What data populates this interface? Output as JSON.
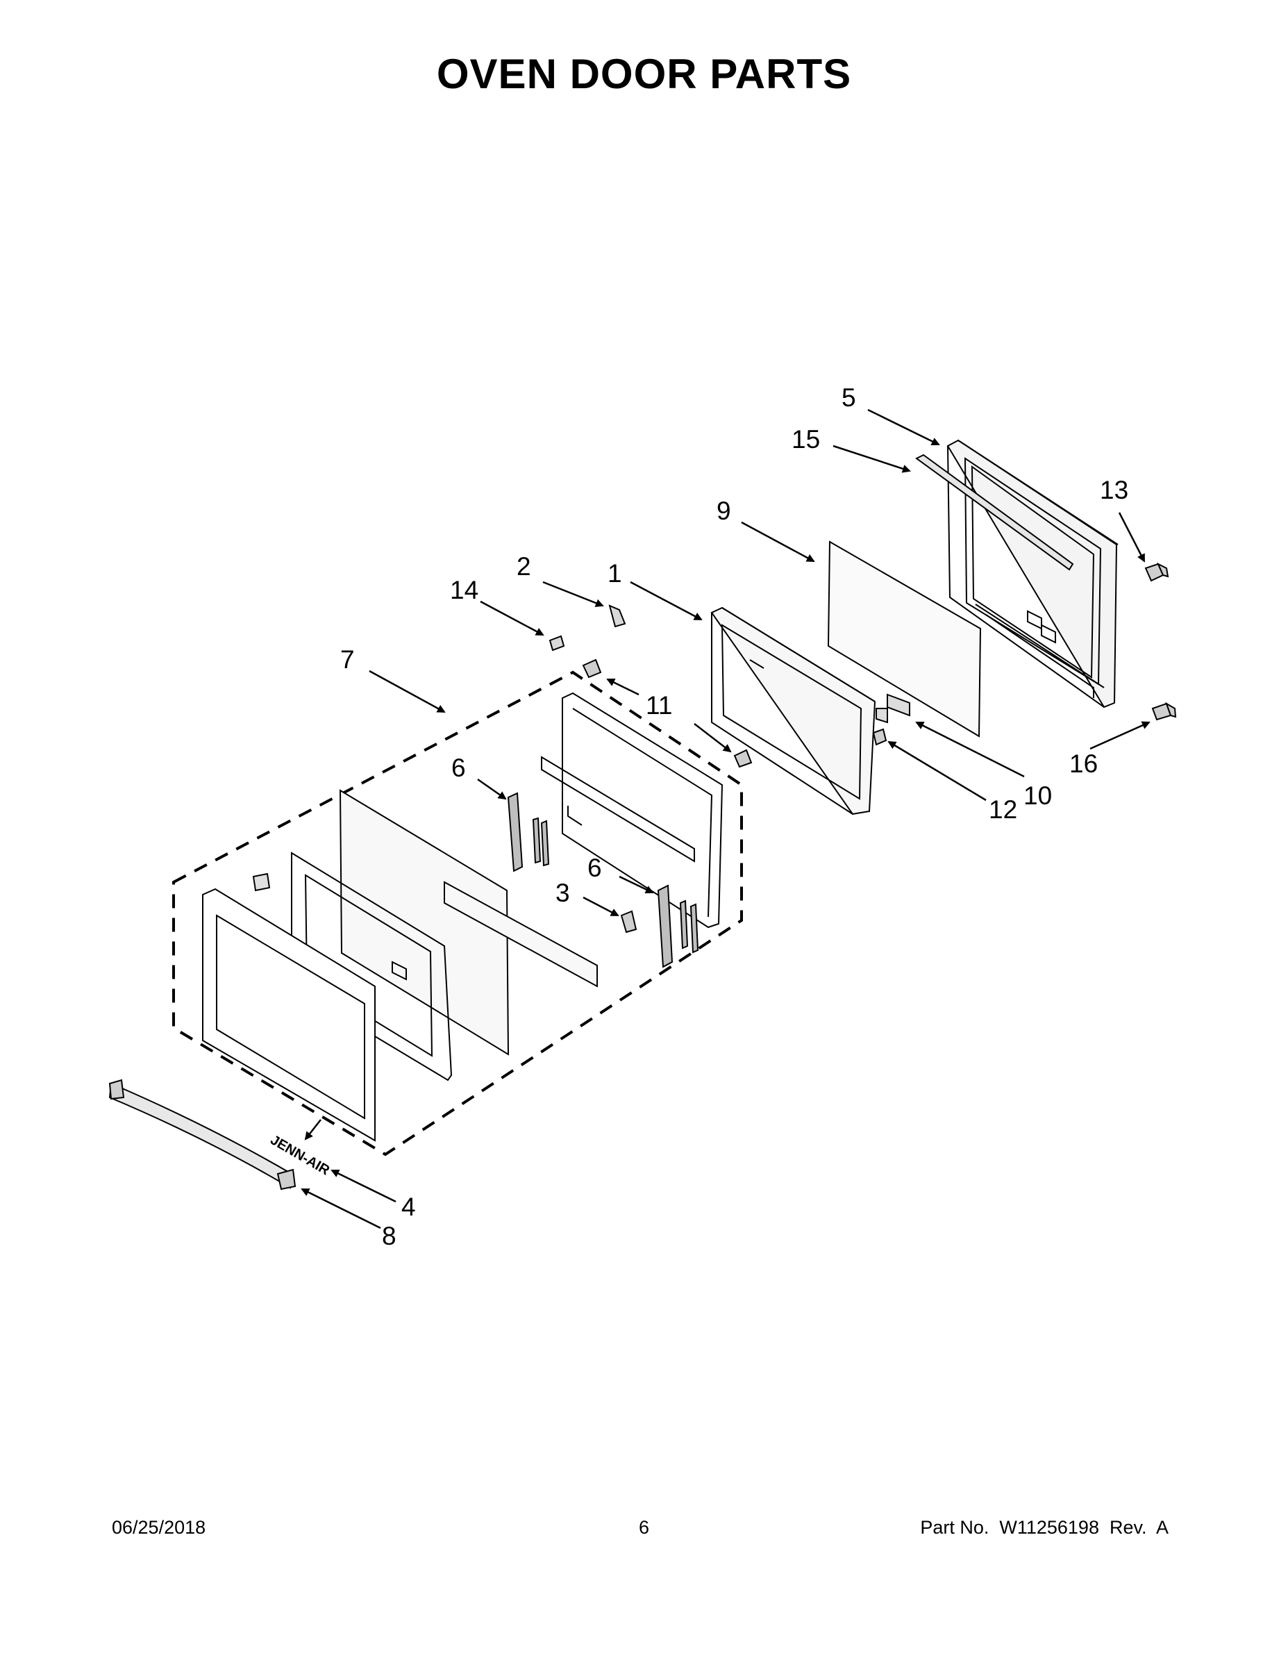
{
  "title": "OVEN DOOR PARTS",
  "callouts": {
    "c1": "1",
    "c2": "2",
    "c3": "3",
    "c4": "4",
    "c5": "5",
    "c6a": "6",
    "c6b": "6",
    "c7": "7",
    "c8": "8",
    "c9": "9",
    "c10": "10",
    "c11": "11",
    "c12": "12",
    "c13": "13",
    "c14": "14",
    "c15": "15",
    "c16": "16"
  },
  "brand_mark": "JENN-AIR",
  "footer": {
    "date": "06/25/2018",
    "page": "6",
    "part": "Part No.  W11256198  Rev.  A"
  }
}
